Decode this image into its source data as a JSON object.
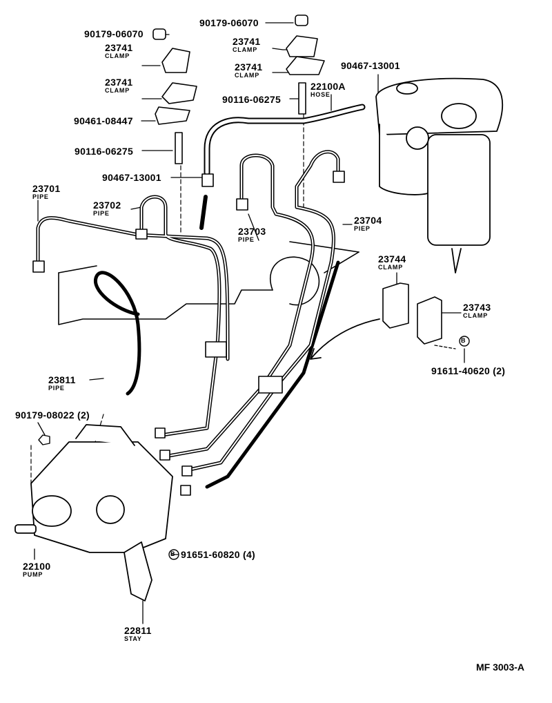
{
  "callouts": [
    {
      "number": "90179-06070"
    },
    {
      "number": "23741",
      "name": "CLAMP"
    },
    {
      "number": "23741",
      "name": "CLAMP"
    },
    {
      "number": "90461-08447"
    },
    {
      "number": "90116-06275"
    },
    {
      "number": "90467-13001"
    },
    {
      "number": "23701",
      "name": "PIPE"
    },
    {
      "number": "23702",
      "name": "PIPE"
    },
    {
      "number": "90179-06070"
    },
    {
      "number": "23741",
      "name": "CLAMP"
    },
    {
      "number": "23741",
      "name": "CLAMP"
    },
    {
      "number": "90116-06275"
    },
    {
      "number": "22100A",
      "name": "HOSE"
    },
    {
      "number": "90467-13001"
    },
    {
      "number": "23703",
      "name": "PIPE"
    },
    {
      "number": "23704",
      "name": "PIEP"
    },
    {
      "number": "23744",
      "name": "CLAMP"
    },
    {
      "number": "23743",
      "name": "CLAMP"
    },
    {
      "number": "91611-40620 (2)"
    },
    {
      "number": "23811",
      "name": "PIPE"
    },
    {
      "number": "90179-08022 (2)"
    },
    {
      "number": "22100",
      "name": "PUMP"
    },
    {
      "number": "91651-60820 (4)"
    },
    {
      "number": "22811",
      "name": "STAY"
    }
  ],
  "bolt_marker": "B",
  "figure_code": "MF 3003-A"
}
